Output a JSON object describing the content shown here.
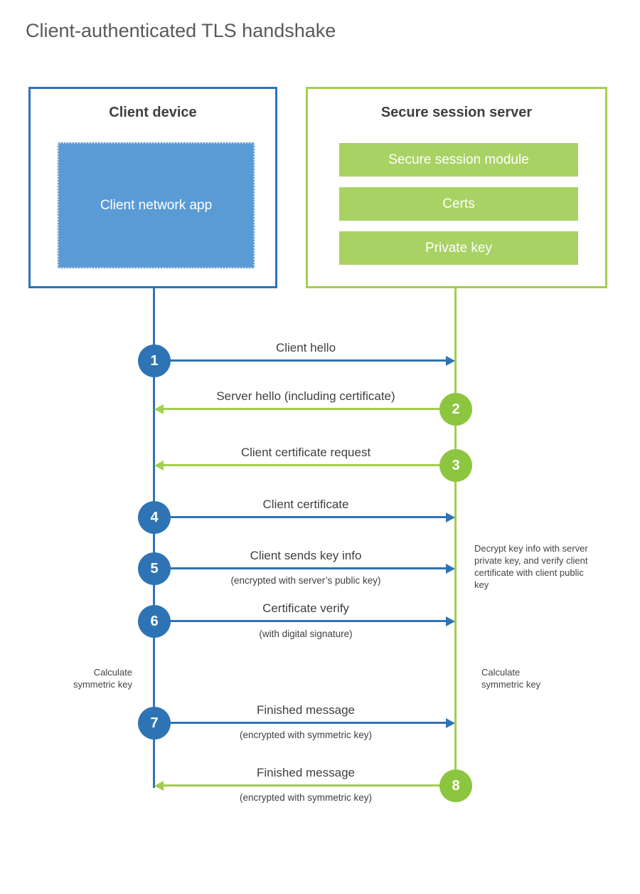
{
  "title": "Client-authenticated TLS handshake",
  "colors": {
    "blue": "#2e74b5",
    "blue_fill": "#5b9bd5",
    "green": "#a4ce4e",
    "green_fill": "#a9d265",
    "green_circle": "#8cc63e"
  },
  "client": {
    "title": "Client device",
    "app_label": "Client network app"
  },
  "server": {
    "title": "Secure session server",
    "modules": [
      "Secure session module",
      "Certs",
      "Private key"
    ]
  },
  "steps": [
    {
      "num": "1",
      "label": "Client hello",
      "direction": "client-to-server"
    },
    {
      "num": "2",
      "label": "Server hello (including certificate)",
      "direction": "server-to-client"
    },
    {
      "num": "3",
      "label": "Client certificate request",
      "direction": "server-to-client"
    },
    {
      "num": "4",
      "label": "Client certificate",
      "direction": "client-to-server"
    },
    {
      "num": "5",
      "label": "Client sends key info",
      "sub": "(encrypted with server’s public key)",
      "direction": "client-to-server"
    },
    {
      "num": "6",
      "label": "Certificate verify",
      "sub": "(with digital signature)",
      "direction": "client-to-server"
    },
    {
      "num": "7",
      "label": "Finished message",
      "sub": "(encrypted with symmetric key)",
      "direction": "client-to-server"
    },
    {
      "num": "8",
      "label": "Finished message",
      "sub": "(encrypted with symmetric key)",
      "direction": "server-to-client"
    }
  ],
  "notes": {
    "decrypt": "Decrypt key info with server private key, and verify client certificate with client public key",
    "calculate_left": "Calculate symmetric key",
    "calculate_right": "Calculate symmetric key"
  }
}
